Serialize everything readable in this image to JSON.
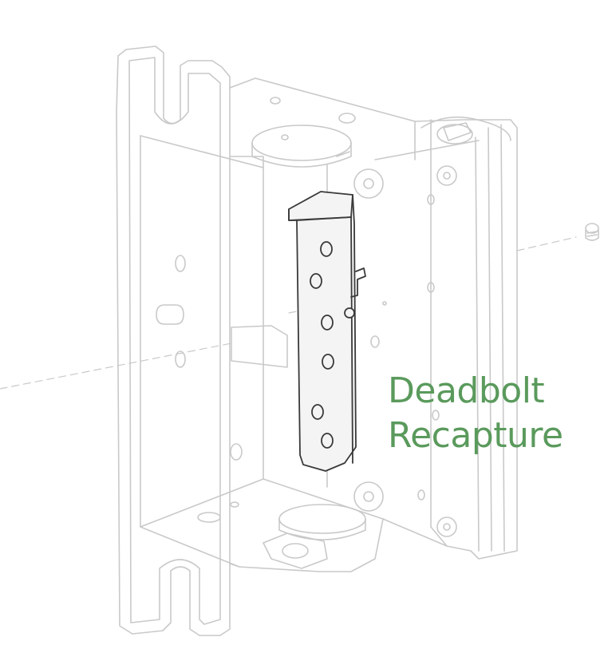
{
  "callout": {
    "line1": "Deadbolt",
    "line2": "Recapture",
    "color": "#5a9a5c"
  },
  "colors": {
    "ghost_line": "#c9c9c9",
    "highlight_line": "#3a3a3a",
    "highlight_fill": "#f4f4f4"
  },
  "icons": {
    "highlighted_part": "deadbolt-recapture-plate",
    "background_assembly": "lock-body-housing",
    "loose_part": "screw-icon"
  }
}
